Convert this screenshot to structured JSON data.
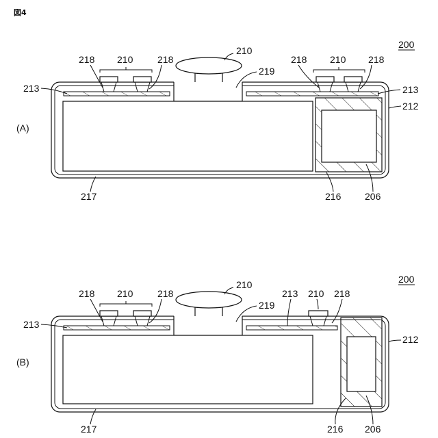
{
  "figure_label": "図4",
  "panel_a": {
    "panel_label": "(A)",
    "ref_200": "200",
    "ref_210_top": "210",
    "ref_218_l1": "218",
    "ref_210_l": "210",
    "ref_218_l2": "218",
    "ref_219": "219",
    "ref_218_r1": "218",
    "ref_210_r": "210",
    "ref_218_r2": "218",
    "ref_213_l": "213",
    "ref_213_r": "213",
    "ref_212": "212",
    "ref_217": "217",
    "ref_216": "216",
    "ref_206": "206"
  },
  "panel_b": {
    "panel_label": "(B)",
    "ref_200": "200",
    "ref_210_top": "210",
    "ref_218_l1": "218",
    "ref_210_l": "210",
    "ref_218_l2": "218",
    "ref_219": "219",
    "ref_213_m": "213",
    "ref_210_r": "210",
    "ref_218_r": "218",
    "ref_213_l": "213",
    "ref_212": "212",
    "ref_217": "217",
    "ref_216": "216",
    "ref_206": "206"
  }
}
